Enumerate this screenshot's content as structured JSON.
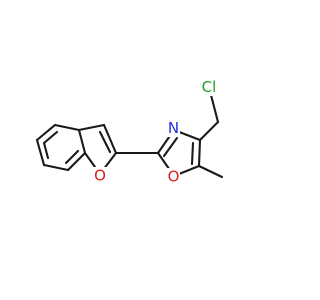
{
  "molecule": {
    "atoms": [
      {
        "name": "chlorine",
        "label": "Cl",
        "color": "#1e9e1e"
      },
      {
        "name": "oxazole-nitrogen",
        "label": "N",
        "color": "#1f2ee6"
      },
      {
        "name": "oxazole-oxygen",
        "label": "O",
        "color": "#e01b1b"
      },
      {
        "name": "benzofuran-oxygen",
        "label": "O",
        "color": "#e01b1b"
      }
    ],
    "bond_color": "#1a1a1a"
  }
}
